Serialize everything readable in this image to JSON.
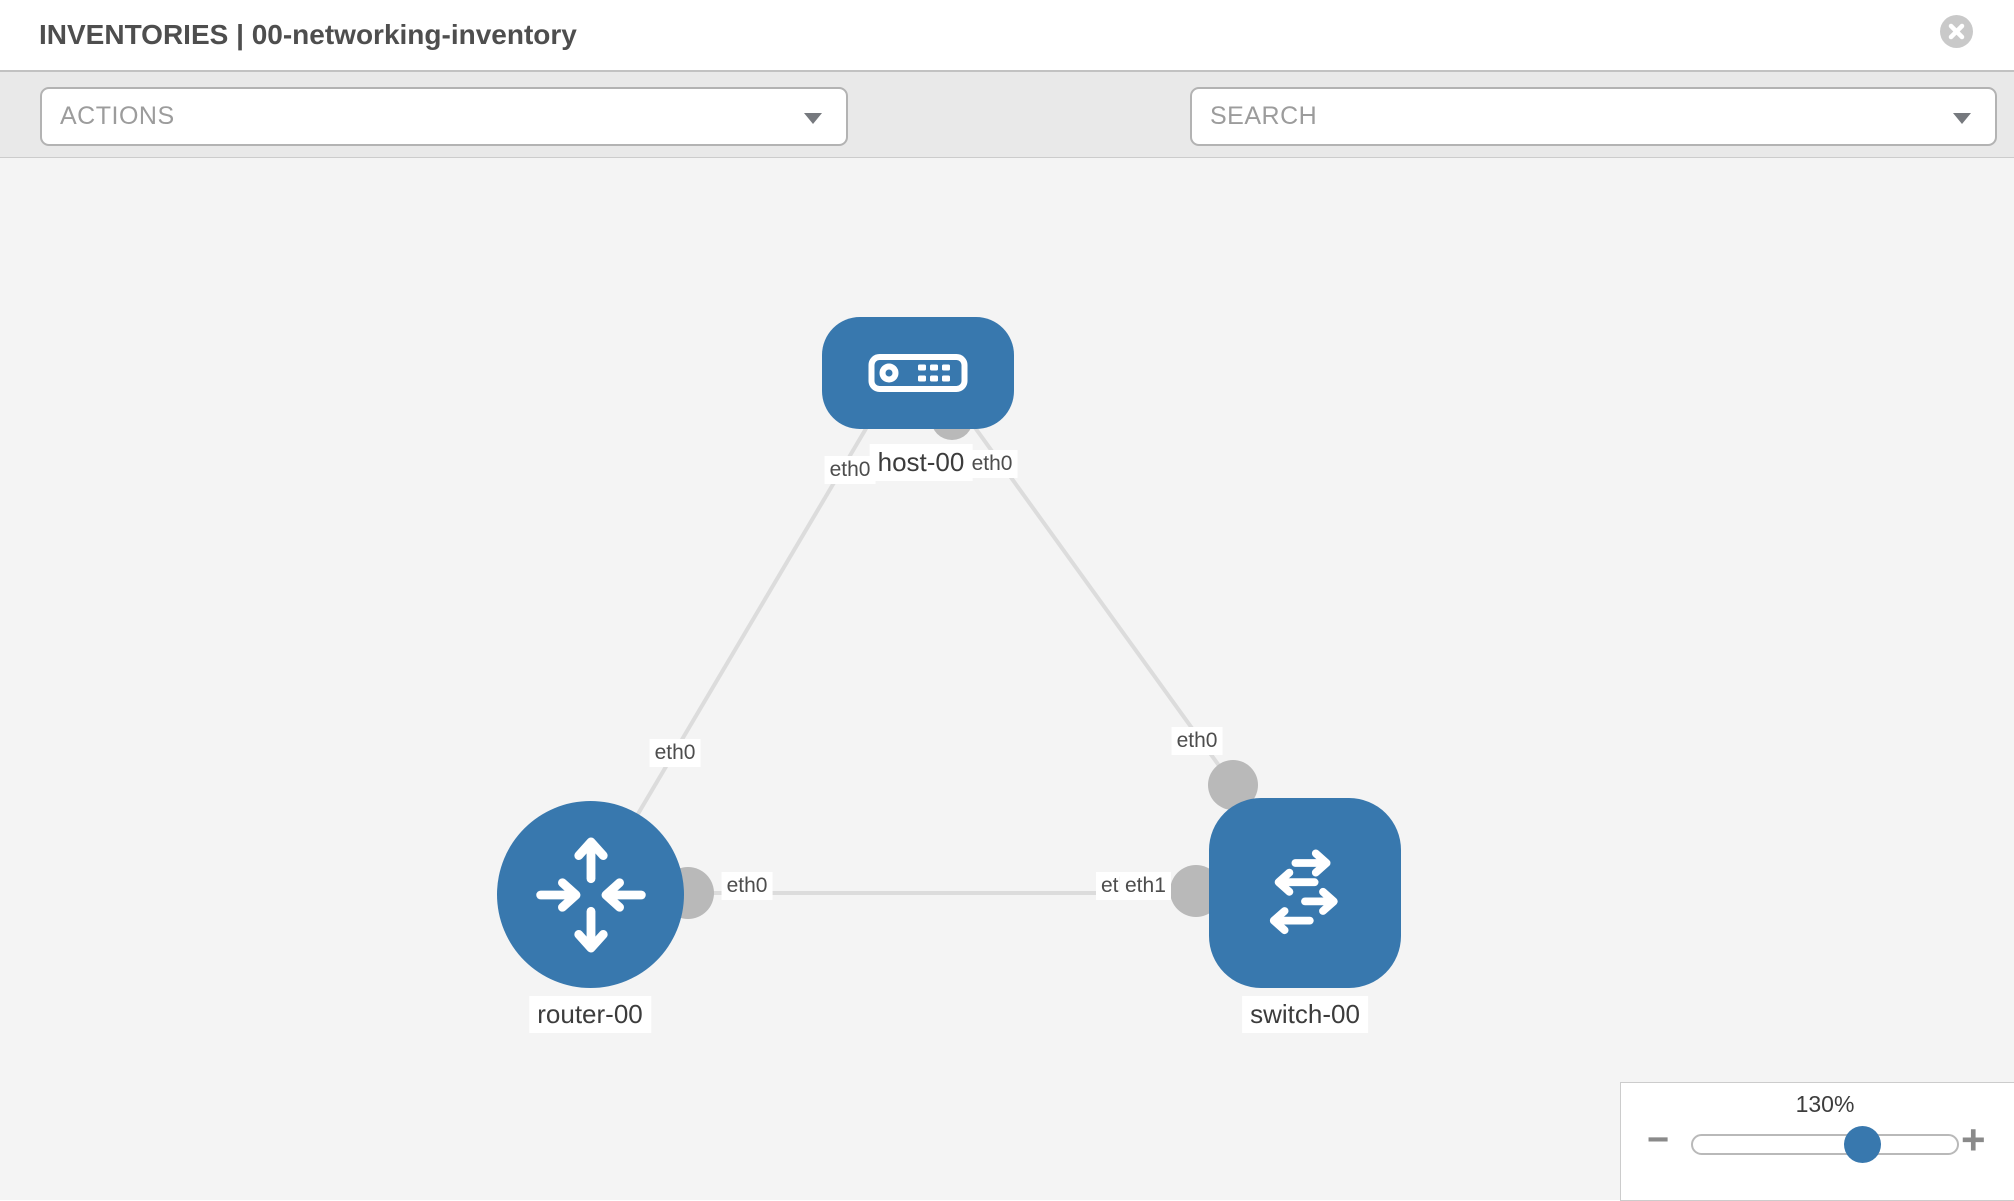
{
  "header": {
    "title": "INVENTORIES | 00-networking-inventory"
  },
  "toolbar": {
    "actions_label": "ACTIONS",
    "search_label": "SEARCH"
  },
  "topology": {
    "nodes": [
      {
        "label": "host-00",
        "type": "host"
      },
      {
        "label": "router-00",
        "type": "router"
      },
      {
        "label": "switch-00",
        "type": "switch"
      }
    ],
    "interface_labels": [
      {
        "text": "eth0",
        "link": "host-router",
        "end": "host"
      },
      {
        "text": "eth0",
        "link": "host-switch",
        "end": "host"
      },
      {
        "text": "eth0",
        "link": "host-router",
        "end": "router"
      },
      {
        "text": "eth0",
        "link": "host-switch",
        "end": "switch"
      },
      {
        "text": "eth0",
        "link": "router-switch",
        "end": "router"
      },
      {
        "text": "eth0",
        "link": "router-switch",
        "end": "switch-under"
      },
      {
        "text": "eth1",
        "link": "router-switch",
        "end": "switch"
      }
    ]
  },
  "zoom_control": {
    "level": "130%",
    "minus_label": "−",
    "plus_label": "+"
  },
  "colors": {
    "node_blue": "#3878ae",
    "link_gray": "#dcdcdc",
    "dot_gray": "#b9b9b9",
    "canvas_bg": "#f4f4f4",
    "toolbar_bg": "#e9e9e9"
  }
}
